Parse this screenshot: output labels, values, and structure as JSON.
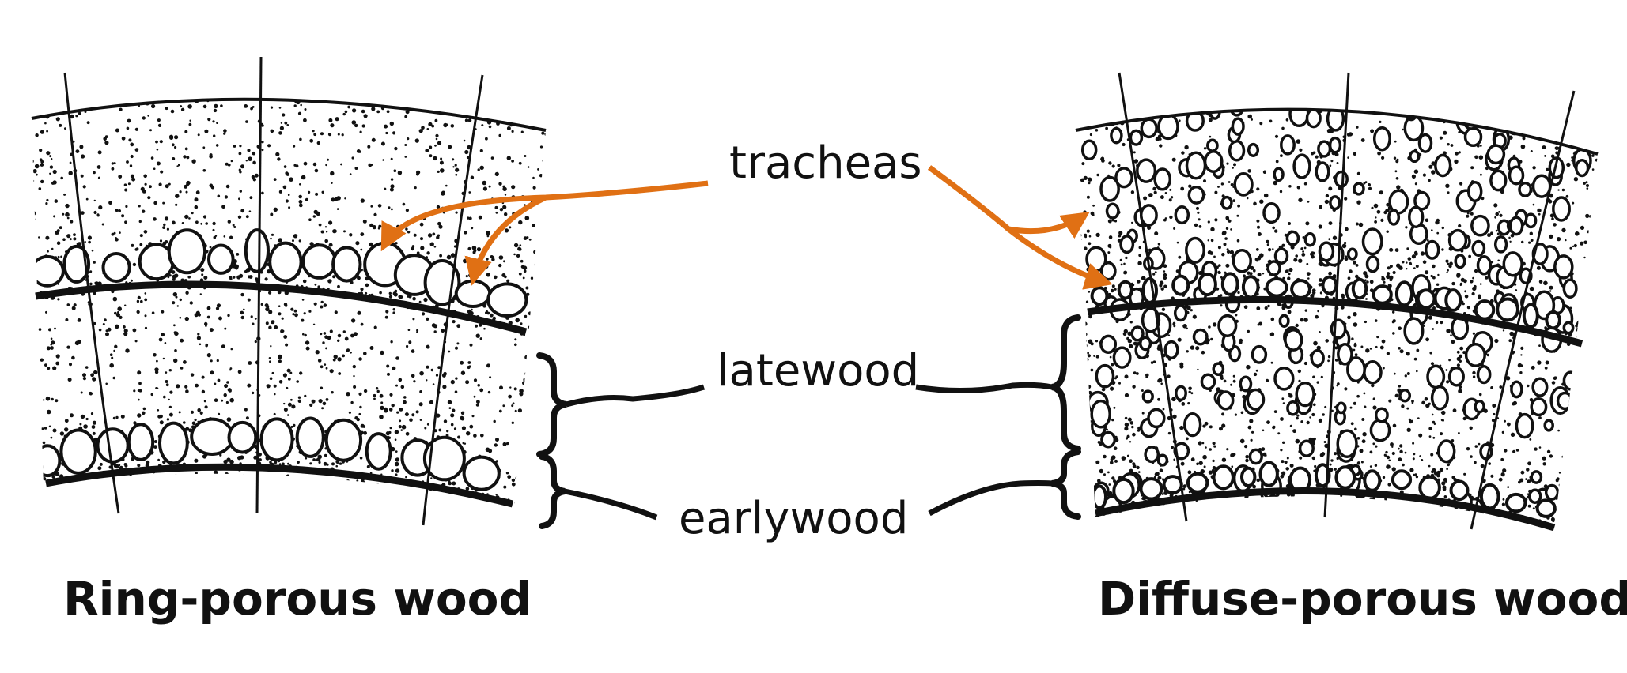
{
  "labels": {
    "tracheas": "tracheas",
    "latewood": "latewood",
    "earlywood": "earlywood"
  },
  "titles": {
    "left": "Ring-porous wood",
    "right": "Diffuse-porous wood"
  },
  "colors": {
    "arrow": "#e07014",
    "ink": "#111111",
    "background": "#ffffff"
  }
}
